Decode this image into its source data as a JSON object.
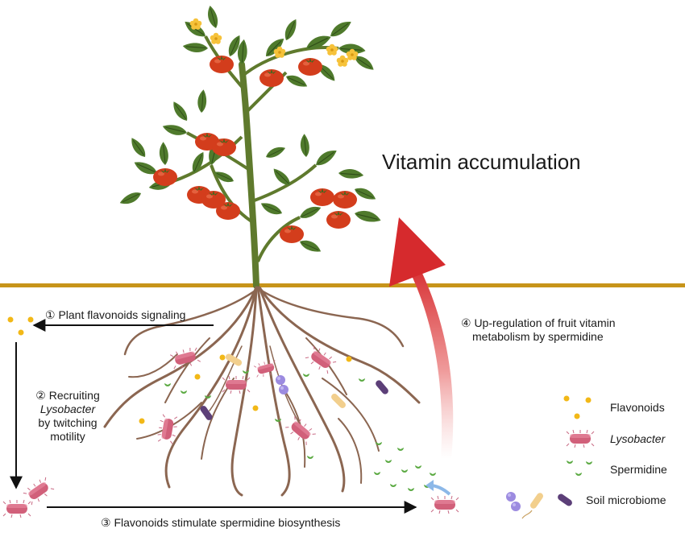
{
  "title": "Vitamin accumulation",
  "steps": {
    "step1": "① Plant flavonoids signaling",
    "step2_line1": "② Recruiting",
    "step2_line2": "Lysobacter",
    "step2_line3": "by twitching",
    "step2_line4": "motility",
    "step3": "③ Flavonoids stimulate spermidine biosynthesis",
    "step4_line1": "④ Up-regulation of fruit vitamin",
    "step4_line2": "metabolism by spermidine"
  },
  "legend": [
    {
      "icon": "flavonoid-dots-icon",
      "label": "Flavonoids"
    },
    {
      "icon": "lysobacter-rod-icon",
      "label": "Lysobacter"
    },
    {
      "icon": "spermidine-dots-icon",
      "label": "Spermidine"
    },
    {
      "icon": "soil-microbes-icon",
      "label": "Soil microbiome"
    }
  ],
  "colors": {
    "soil_line": "#c7941a",
    "stem": "#5f7a2d",
    "leaf": "#4f7a2c",
    "tomato": "#d33d1c",
    "root": "#8b6651",
    "flavonoid": "#f2b817",
    "lysobacter": "#d1607a",
    "spermidine": "#5caa43",
    "red_arrow": "#d62a2d"
  }
}
